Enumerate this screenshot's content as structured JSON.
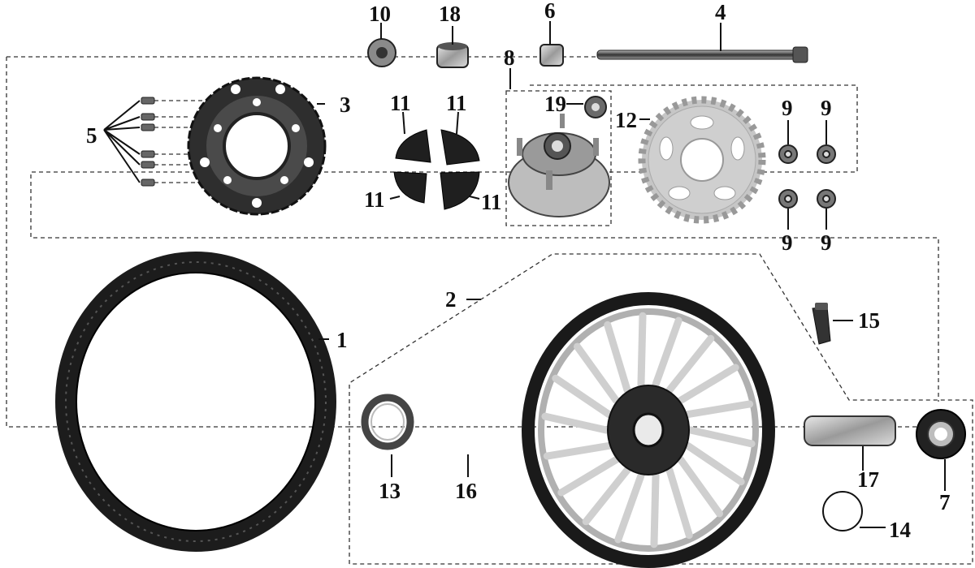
{
  "callouts": {
    "c1": "1",
    "c2": "2",
    "c3": "3",
    "c4": "4",
    "c5": "5",
    "c6": "6",
    "c7": "7",
    "c8": "8",
    "c9a": "9",
    "c9b": "9",
    "c9c": "9",
    "c9d": "9",
    "c10": "10",
    "c11a": "11",
    "c11b": "11",
    "c11c": "11",
    "c11d": "11",
    "c12": "12",
    "c13": "13",
    "c14": "14",
    "c15": "15",
    "c16": "16",
    "c17": "17",
    "c18": "18",
    "c19": "19"
  },
  "colors": {
    "line": "#333333",
    "part_dark": "#2a2a2a",
    "part_mid": "#8a8a8a",
    "part_light": "#c8c8c8"
  }
}
